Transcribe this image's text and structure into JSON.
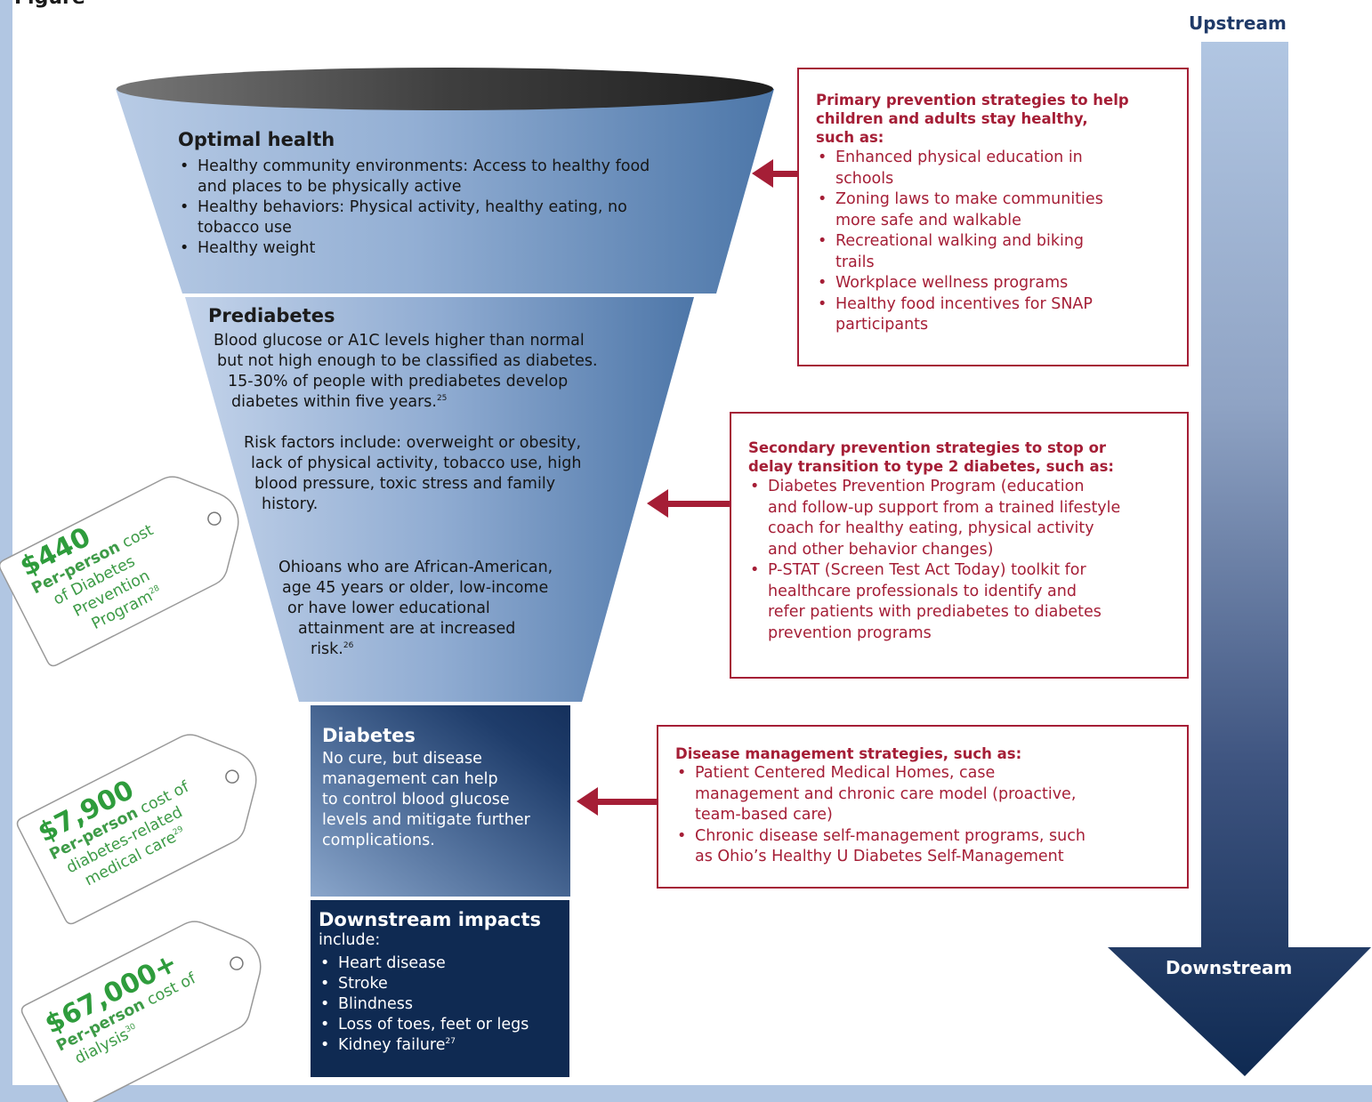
{
  "stream": {
    "upstream": "Upstream",
    "downstream": "Downstream"
  },
  "optimal": {
    "title": "Optimal health",
    "bullets": [
      [
        "Healthy community environments:  Access to healthy food",
        "and places to be physically active"
      ],
      [
        "Healthy behaviors: Physical activity, healthy eating, no",
        "tobacco use"
      ],
      [
        "Healthy weight"
      ]
    ]
  },
  "prediabetes": {
    "title": "Prediabetes",
    "p1": [
      "Blood glucose or A1C levels higher than normal",
      "but not high enough to be classified as diabetes.",
      "15-30% of people with prediabetes develop",
      "diabetes within five years."
    ],
    "p1_ref": "25",
    "p2": [
      "Risk factors include: overweight or obesity,",
      "lack of physical activity, tobacco use, high",
      "blood pressure, toxic stress and family",
      "history."
    ],
    "p3": [
      "Ohioans who are African-American,",
      "age 45 years or older, low-income",
      "or have lower educational",
      "attainment are at increased",
      "risk."
    ],
    "p3_ref": "26"
  },
  "diabetes": {
    "title": "Diabetes",
    "lines": [
      "No cure, but disease",
      "management can help",
      "to control blood glucose",
      "levels and mitigate further",
      "complications."
    ]
  },
  "downstream_box": {
    "title": "Downstream impacts",
    "intro": "include:",
    "items": [
      "Heart disease",
      "Stroke",
      "Blindness",
      "Loss of toes, feet or legs",
      "Kidney failure"
    ],
    "last_ref": "27"
  },
  "primary": {
    "title": [
      "Primary prevention strategies to help",
      "children and adults stay healthy,",
      "such as:"
    ],
    "bullets": [
      [
        "Enhanced physical education in",
        "schools"
      ],
      [
        "Zoning laws to make communities",
        "more safe and walkable"
      ],
      [
        "Recreational walking and biking",
        "trails"
      ],
      [
        "Workplace wellness programs"
      ],
      [
        "Healthy food incentives for SNAP",
        "participants"
      ]
    ]
  },
  "secondary": {
    "title": [
      "Secondary prevention strategies to stop or",
      "delay transition to type 2 diabetes, such as:"
    ],
    "bullets": [
      [
        "Diabetes Prevention Program (education",
        "and follow-up support from a trained lifestyle",
        "coach for healthy eating, physical activity",
        "and other behavior changes)"
      ],
      [
        "P-STAT (Screen Test Act Today) toolkit for",
        "healthcare professionals  to identify and",
        "refer patients with prediabetes to diabetes",
        "prevention programs"
      ]
    ]
  },
  "management": {
    "title": "Disease management strategies, such as:",
    "bullets": [
      [
        "Patient Centered Medical Homes, case",
        "management and chronic care model (proactive,",
        "team-based care)"
      ],
      [
        "Chronic disease self-management programs, such",
        "as Ohio’s Healthy U Diabetes Self-Management"
      ]
    ]
  },
  "tags": [
    {
      "amount": "$440",
      "lines": [
        [
          "Per-person",
          " cost"
        ],
        [
          "of Diabetes"
        ],
        [
          "Prevention"
        ],
        [
          "Program"
        ]
      ],
      "ref": "28"
    },
    {
      "amount": "$7,900",
      "lines": [
        [
          "Per-person",
          " cost of"
        ],
        [
          "diabetes-related"
        ],
        [
          "medical care"
        ]
      ],
      "ref": "29"
    },
    {
      "amount": "$67,000+",
      "lines": [
        [
          "Per-person",
          " cost of"
        ],
        [
          "dialysis"
        ]
      ],
      "ref": "30"
    }
  ],
  "colors": {
    "accent_red": "#a51e36",
    "tag_green": "#2e9c3c",
    "navy": "#0f2a52",
    "stream_arrow_top": "#b1c6e2"
  }
}
